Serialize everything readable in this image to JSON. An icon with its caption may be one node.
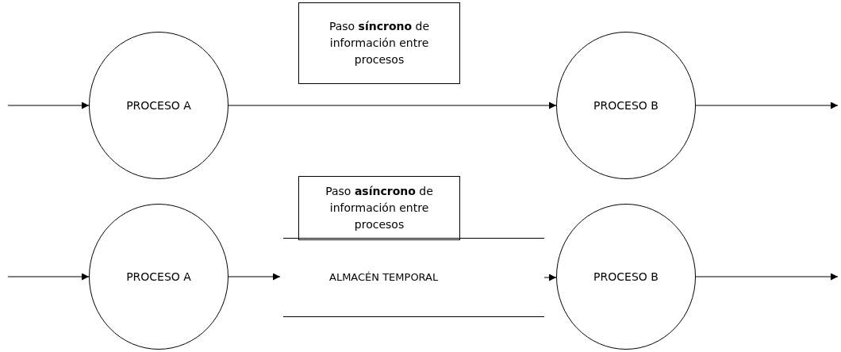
{
  "diagram": {
    "nodes": [
      {
        "text": [
          "Paso **síncrono** de información entre procesos"
        ]
      },
      {
        "text": [
          "PROCESO A"
        ]
      },
      {
        "text": [
          "PROCESO B"
        ]
      },
      {
        "text": [
          "Paso **asíncrono** de información entre procesos"
        ]
      },
      {
        "text": [
          "PROCESO A"
        ]
      },
      {
        "text": [
          "ALMACÉN TEMPORAL"
        ]
      },
      {
        "text": [
          "PROCESO B"
        ]
      }
    ],
    "edges": [
      {
        "from": null,
        "to": 1,
        "arrow": "to"
      },
      {
        "from": 1,
        "to": 2,
        "arrow": "to"
      },
      {
        "from": 2,
        "to": null,
        "arrow": "to"
      },
      {
        "from": null,
        "to": 4,
        "arrow": "to"
      },
      {
        "from": 4,
        "to": 5,
        "arrow": "to"
      },
      {
        "from": 5,
        "to": 6,
        "arrow": "to"
      },
      {
        "from": 6,
        "to": null,
        "arrow": "to"
      }
    ]
  }
}
